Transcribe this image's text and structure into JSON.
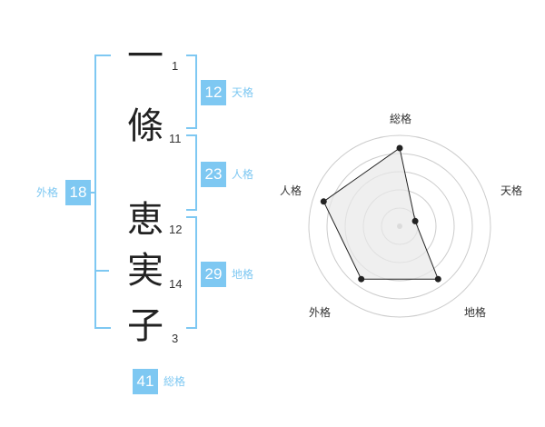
{
  "name": {
    "characters": [
      {
        "char": "一",
        "strokes": "1"
      },
      {
        "char": "條",
        "strokes": "11"
      },
      {
        "char": "恵",
        "strokes": "12"
      },
      {
        "char": "実",
        "strokes": "14"
      },
      {
        "char": "子",
        "strokes": "3"
      }
    ]
  },
  "fortunes": {
    "tenkaku": {
      "value": "12",
      "label": "天格"
    },
    "jinkaku": {
      "value": "23",
      "label": "人格"
    },
    "chikaku": {
      "value": "29",
      "label": "地格"
    },
    "gaikaku": {
      "value": "18",
      "label": "外格"
    },
    "soukaku": {
      "value": "41",
      "label": "総格"
    }
  },
  "colors": {
    "accent": "#7ec8f2",
    "label": "#7ec8f2",
    "radar_line": "#222222",
    "radar_fill": "#e8e8e8",
    "grid": "#cccccc"
  },
  "chart_data": {
    "type": "radar",
    "axes": [
      "総格",
      "天格",
      "地格",
      "外格",
      "人格"
    ],
    "values": [
      4.3,
      0.9,
      3.6,
      3.6,
      4.4
    ],
    "max": 5,
    "rings": 5
  }
}
